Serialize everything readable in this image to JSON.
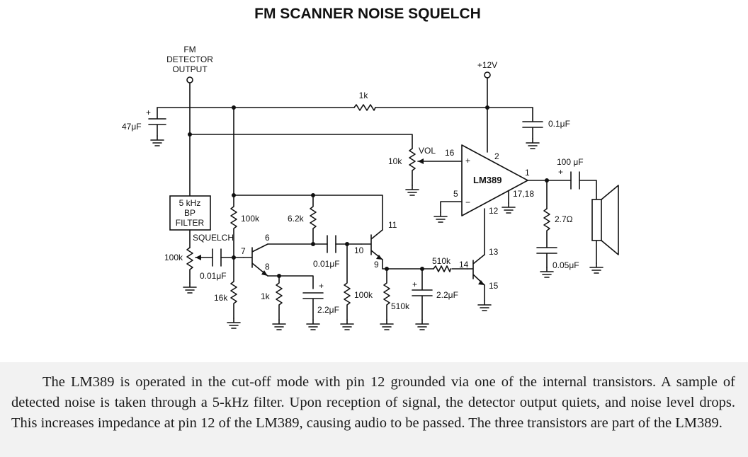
{
  "title": "FM SCANNER NOISE SQUELCH",
  "labels": {
    "fm_output_line1": "FM",
    "fm_output_line2": "DETECTOR",
    "fm_output_line3": "OUTPUT",
    "supply": "+12V",
    "r_top": "1k",
    "c_input": "47μF",
    "c_supply": "0.1μF",
    "vol_label": "VOL",
    "vol_pot": "10k",
    "pin_16": "16",
    "pin_2": "2",
    "pin_1": "1",
    "pin_5": "5",
    "pin_12": "12",
    "pin_17_18": "17,18",
    "ic_name": "LM389",
    "plus_sign": "+",
    "minus_sign": "−",
    "c_output": "100 μF",
    "r_zobel": "2.7Ω",
    "c_zobel": "0.05μF",
    "filter_line1": "5 kHz",
    "filter_line2": "BP",
    "filter_line3": "FILTER",
    "squelch": "SQUELCH",
    "squelch_pot": "100k",
    "r_100k_a": "100k",
    "r_6k2": "6.2k",
    "pin_6": "6",
    "pin_7": "7",
    "pin_8": "8",
    "pin_9": "9",
    "pin_10": "10",
    "pin_11": "11",
    "pin_13": "13",
    "pin_14": "14",
    "pin_15": "15",
    "c_001_a": "0.01μF",
    "c_001_b": "0.01μF",
    "r_16k": "16k",
    "r_1k_b": "1k",
    "c_22_a": "2.2μF",
    "r_100k_b": "100k",
    "r_510k_a": "510k",
    "r_510k_b": "510k",
    "c_22_b": "2.2μF"
  },
  "caption": "The LM389 is operated in the cut-off mode with pin 12 grounded via one of the internal transistors. A sample of detected noise is taken through a 5-kHz filter. Upon reception of signal, the detector output quiets, and noise level drops. This increases impedance at pin 12 of the LM389, causing audio to be passed. The three transistors are part of the LM389."
}
